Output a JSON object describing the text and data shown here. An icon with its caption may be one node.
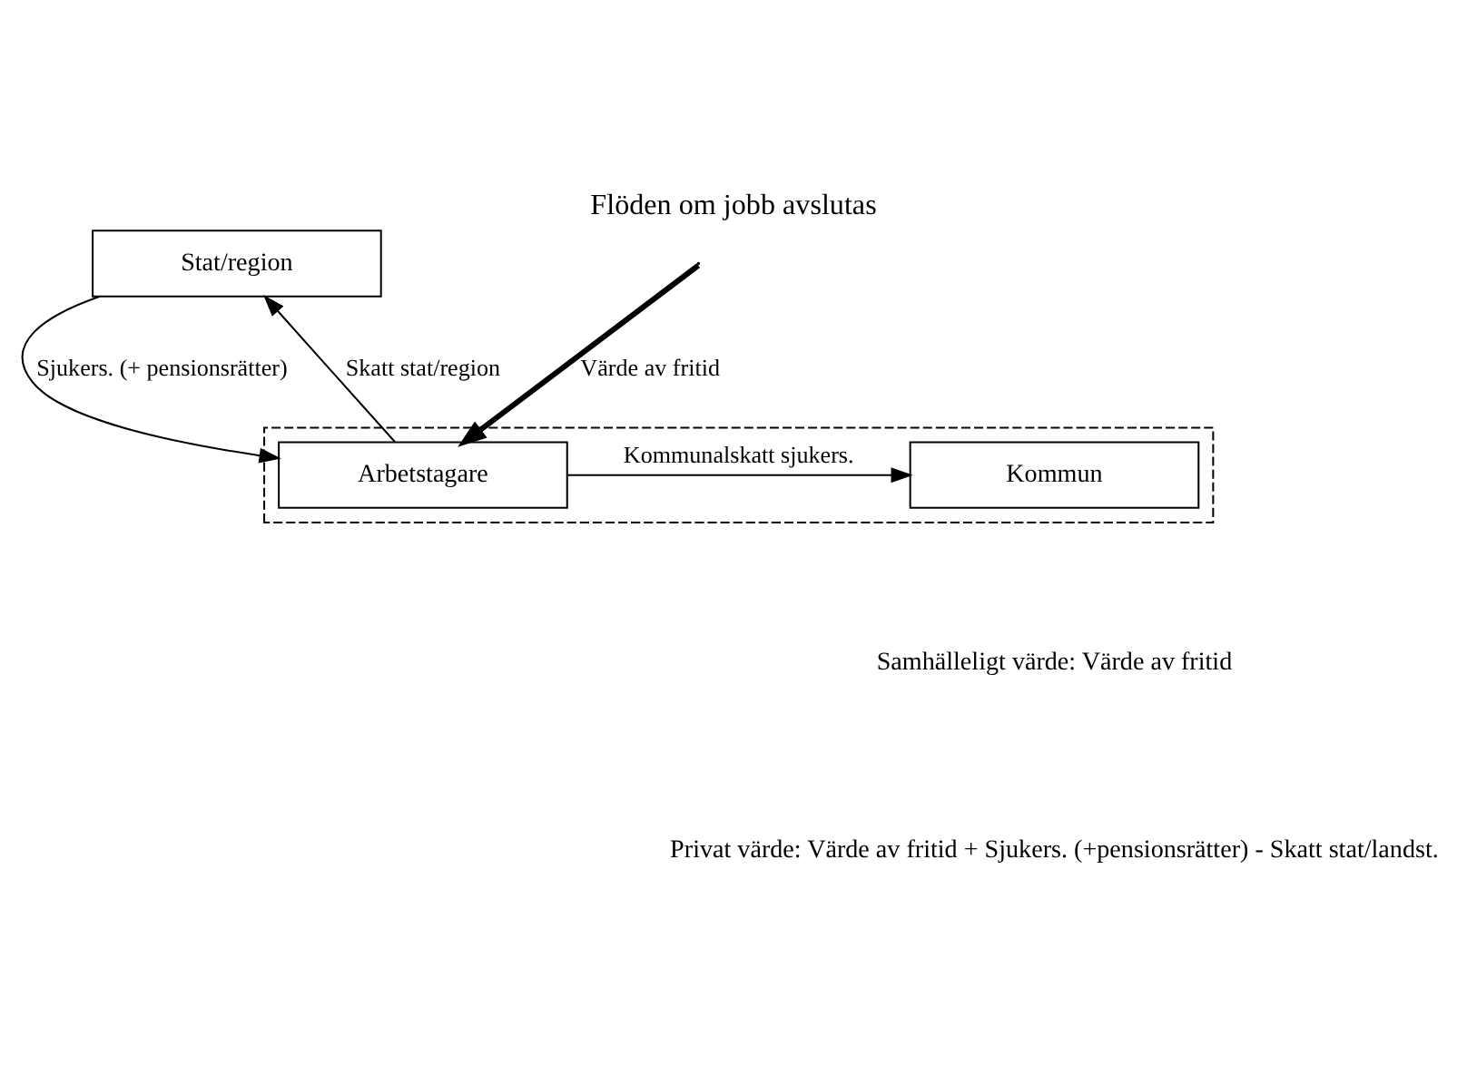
{
  "diagram": {
    "title": "Flöden om jobb avslutas",
    "nodes": [
      {
        "text": [
          "Stat/region"
        ]
      },
      {
        "text": [],
        "shape": "box"
      },
      {
        "text": [
          "Arbetstagare"
        ],
        "in": 1
      },
      {
        "text": [
          "Kommun"
        ],
        "in": 1
      }
    ],
    "edges": [
      {
        "from": 0,
        "to": 2,
        "arrow": "to",
        "label": "Sjukers. (+ pensionsrätter)"
      },
      {
        "from": 2,
        "to": 0,
        "arrow": "to",
        "label": "Skatt stat/region"
      },
      {
        "from": 2,
        "to": 3,
        "arrow": "to",
        "label": "Kommunalskatt sjukers."
      },
      {
        "from": null,
        "to": 2,
        "arrow": "to",
        "label": "Värde av fritid",
        "style": "thick"
      }
    ],
    "labels": [
      "Samhälleligt värde: Värde av fritid",
      "Privat värde: Värde av fritid + Sjukers. (+pensionsrätter) - Skatt stat/landst."
    ]
  }
}
